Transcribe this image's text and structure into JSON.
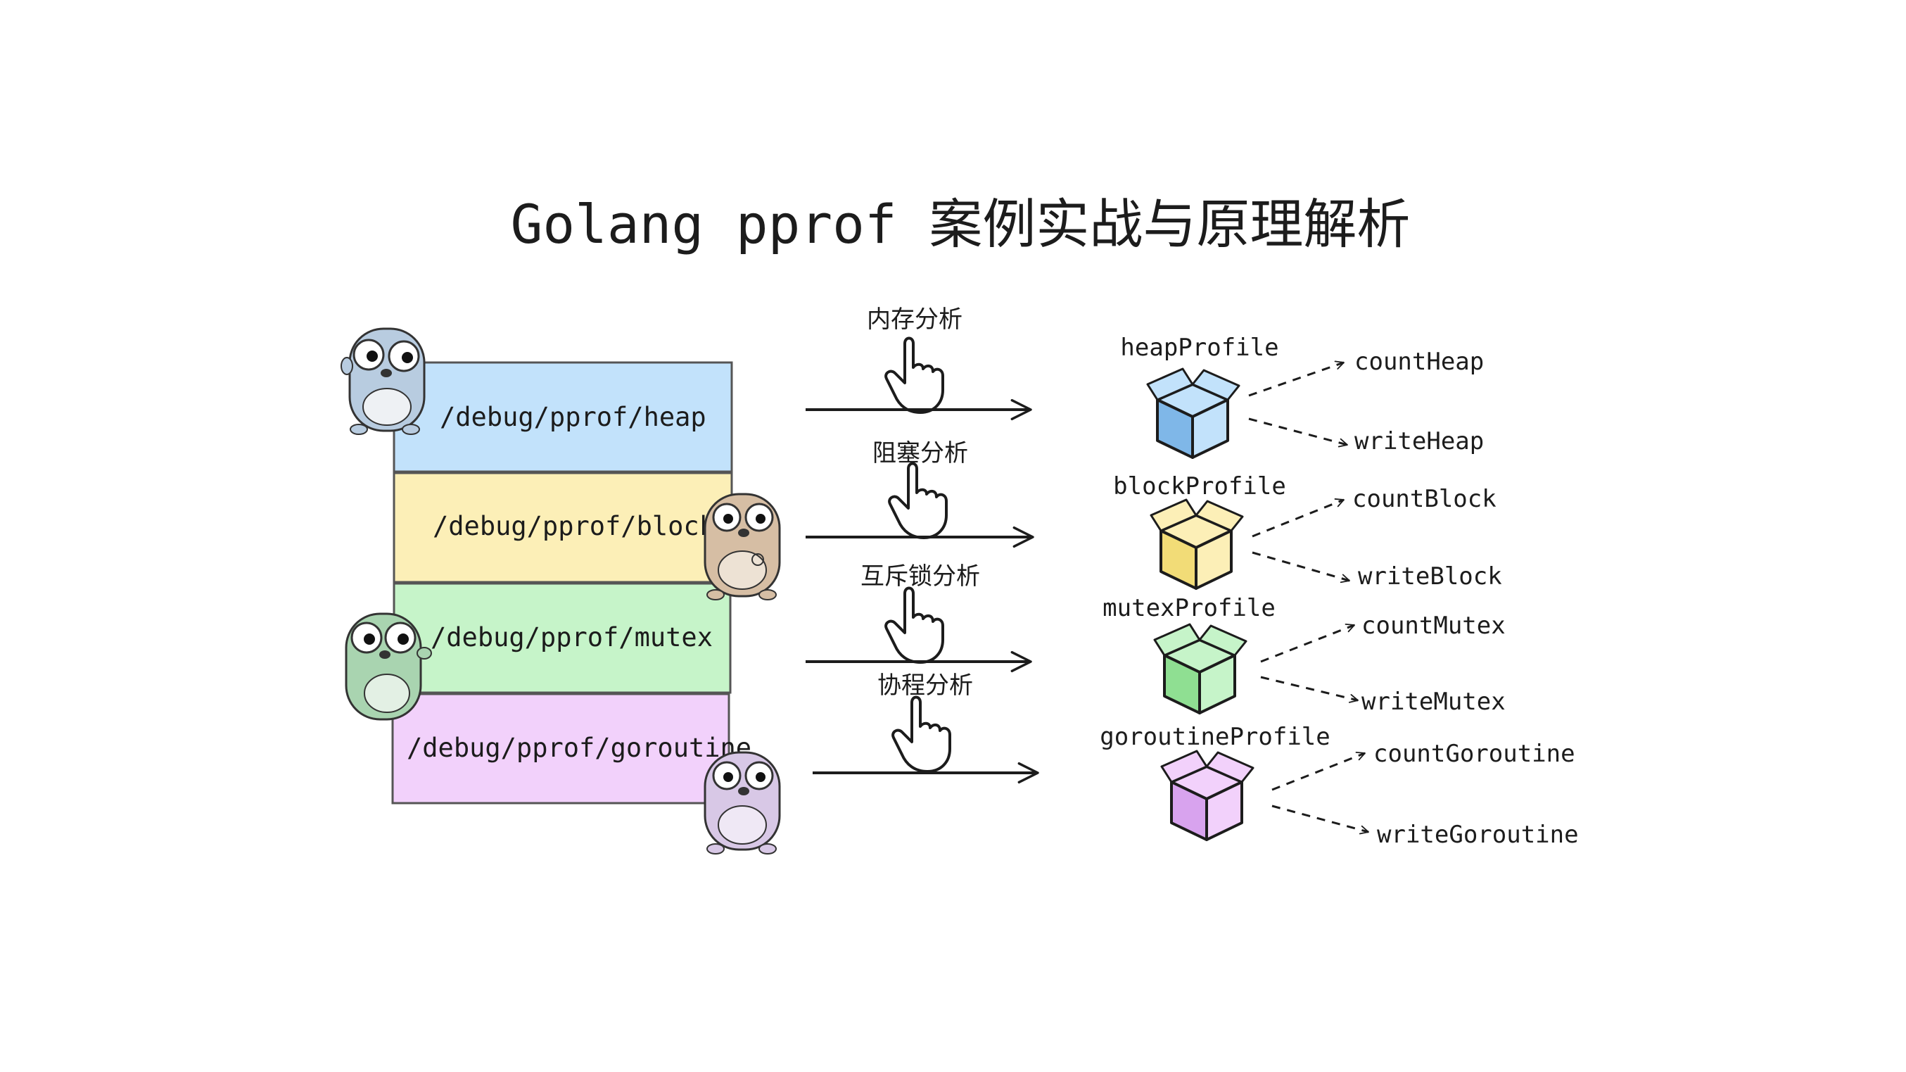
{
  "title": "Golang pprof 案例实战与原理解析",
  "rows": [
    {
      "endpoint": "/debug/pprof/heap",
      "analysis": "内存分析",
      "profile": "heapProfile",
      "count_fn": "countHeap",
      "write_fn": "writeHeap",
      "fill_color": "#c2e2fb",
      "box_color": "#7fb7e8",
      "gopher_color": "#b8cce0"
    },
    {
      "endpoint": "/debug/pprof/block",
      "analysis": "阻塞分析",
      "profile": "blockProfile",
      "count_fn": "countBlock",
      "write_fn": "writeBlock",
      "fill_color": "#fcefb7",
      "box_color": "#f2dc77",
      "gopher_color": "#d6bea4"
    },
    {
      "endpoint": "/debug/pprof/mutex",
      "analysis": "互斥锁分析",
      "profile": "mutexProfile",
      "count_fn": "countMutex",
      "write_fn": "writeMutex",
      "fill_color": "#c6f4c9",
      "box_color": "#8fdf92",
      "gopher_color": "#a9d4b0"
    },
    {
      "endpoint": "/debug/pprof/goroutine",
      "analysis": "协程分析",
      "profile": "goroutineProfile",
      "count_fn": "countGoroutine",
      "write_fn": "writeGoroutine",
      "fill_color": "#f2d1fb",
      "box_color": "#d8a3ee",
      "gopher_color": "#d8c8e6"
    }
  ]
}
